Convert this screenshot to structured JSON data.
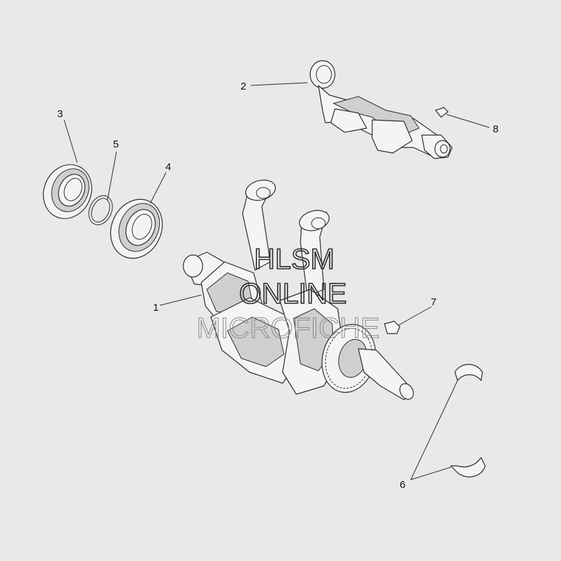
{
  "callouts": [
    {
      "id": "1",
      "label": "1"
    },
    {
      "id": "2",
      "label": "2"
    },
    {
      "id": "3",
      "label": "3"
    },
    {
      "id": "4",
      "label": "4"
    },
    {
      "id": "5",
      "label": "5"
    },
    {
      "id": "6",
      "label": "6"
    },
    {
      "id": "7",
      "label": "7"
    },
    {
      "id": "8",
      "label": "8"
    }
  ],
  "watermark": {
    "line1": "HLSM",
    "line2": "ONLINE",
    "line3": "MICROFICHE"
  },
  "colors": {
    "background": "#e9e9e9",
    "linework": "#2b2b2b",
    "part_fill": "#f4f4f4",
    "shade": "#cfcfcf"
  }
}
